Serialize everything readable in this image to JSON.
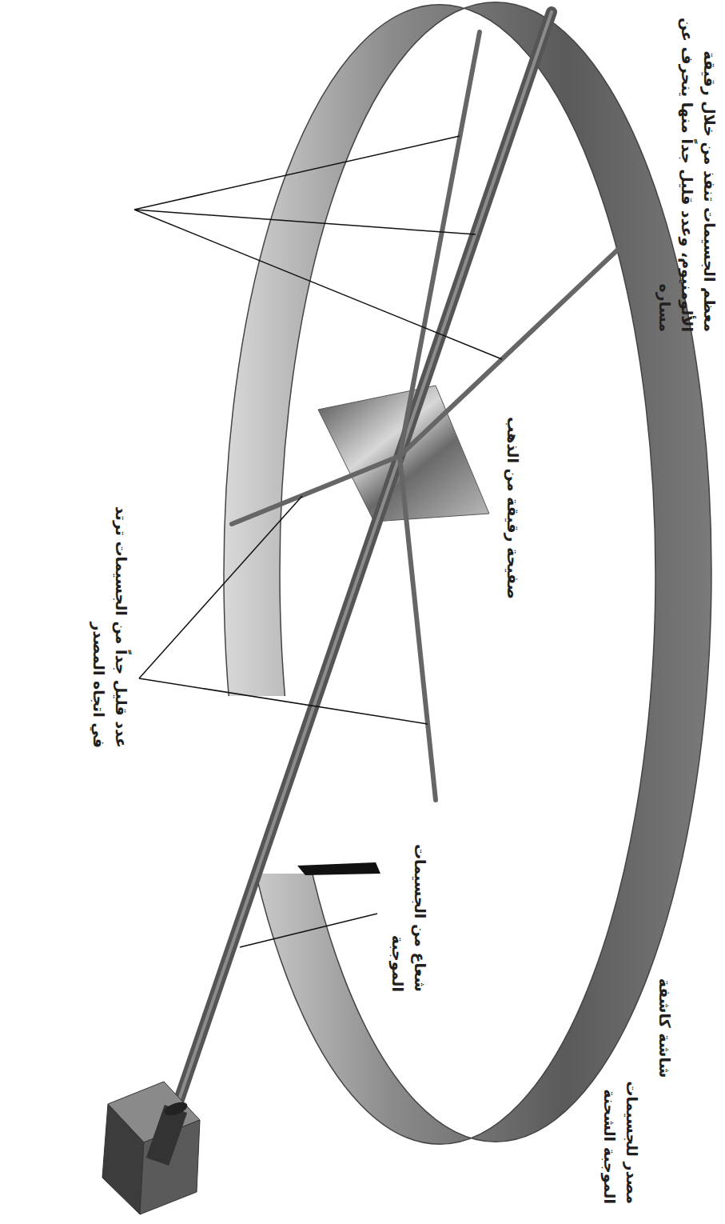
{
  "diagram": {
    "labels": [
      "معظم الجسيمات تنفذ من خلال رقيقة الألومنيوم، وعدد قليل جداً منها ينحرف عن مساره",
      "عدد قليل جداً من الجسيمات ترتد في اتجاه المصدر",
      "صفيحة رقيقة من الذهب",
      "شاشة كاشفة",
      "شعاع من الجسيمات الموجبة",
      "مصدر للجسيمات الموجبة الشحنة"
    ]
  }
}
